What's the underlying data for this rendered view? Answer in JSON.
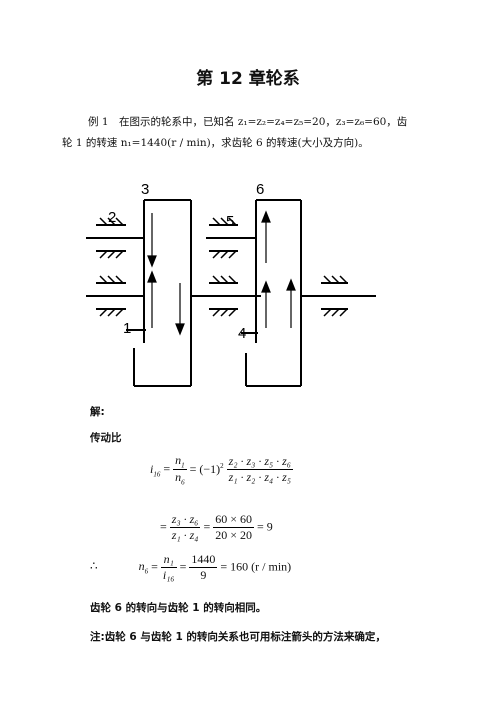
{
  "title": "第 12 章轮系",
  "example": {
    "line1": "例 1　在图示的轮系中，已知名 z₁=z₂=z₄=z₅=20，z₃=z₆=60，齿",
    "line2": "轮 1 的转速 n₁=1440(r / min)，求齿轮 6 的转速(大小及方向)。"
  },
  "figure": {
    "labels": [
      "1",
      "2",
      "3",
      "4",
      "5",
      "6"
    ]
  },
  "solution": {
    "heading": "解:",
    "ratio_label": "传动比",
    "therefore": "∴",
    "conclusion": "齿轮 6 的转向与齿轮 1 的转向相同。",
    "note": "注:齿轮 6 与齿轮 1 的转向关系也可用标注箭头的方法来确定，"
  },
  "equations": {
    "eq1_lhs": "i",
    "eq1_lhs_sub": "16",
    "eq1_n1": "n",
    "eq1_n1_sub": "1",
    "eq1_n6": "n",
    "eq1_n6_sub": "6",
    "eq1_sign": "= (−1)",
    "eq1_sign_sup": "2",
    "eq1_num": "z₂ · z₃ · z₅ · z₆",
    "eq1_den": "z₁ · z₂ · z₄ · z₅",
    "eq2_num": "z₃ · z₆",
    "eq2_den": "z₁ · z₄",
    "eq2_num2": "60 × 60",
    "eq2_den2": "20 × 20",
    "eq2_result": "= 9",
    "eq3_lhs": "n",
    "eq3_lhs_sub": "6",
    "eq3_num": "n₁",
    "eq3_den": "i₁₆",
    "eq3_num2": "1440",
    "eq3_den2": "9",
    "eq3_result": "= 160 (r / min)"
  }
}
